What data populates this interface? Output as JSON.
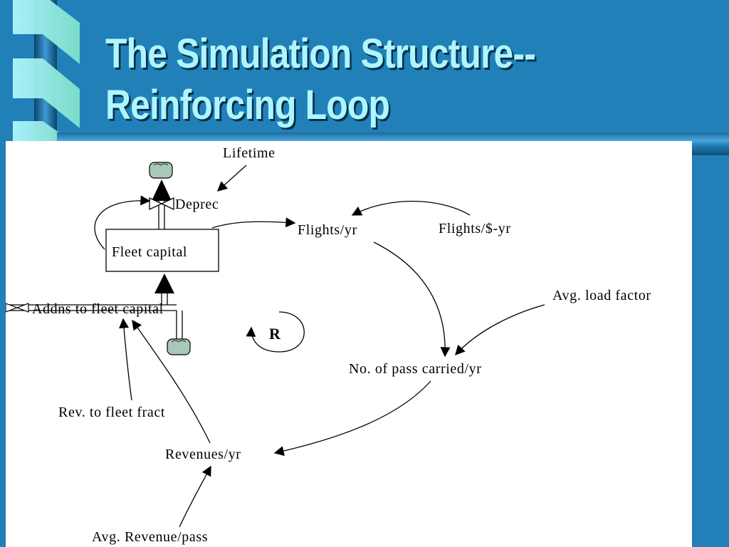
{
  "slide": {
    "title_line1": "The Simulation Structure--",
    "title_line2": "Reinforcing Loop"
  },
  "diagram": {
    "stock": "Fleet capital",
    "inflow": "Addns to fleet capital",
    "outflow": "Deprec",
    "variables": {
      "lifetime": "Lifetime",
      "flights_per_yr": "Flights/yr",
      "flights_per_dollar_yr": "Flights/$-yr",
      "avg_load_factor": "Avg. load factor",
      "passengers": "No. of pass carried/yr",
      "revenues": "Revenues/yr",
      "rev_to_fleet_fract": "Rev. to fleet fract",
      "avg_revenue_pass": "Avg. Revenue/pass"
    },
    "loop_label": "R",
    "colors": {
      "accent_title": "#aef6ff",
      "background": "#2180b8",
      "cloud": "#a8c8b8"
    }
  }
}
